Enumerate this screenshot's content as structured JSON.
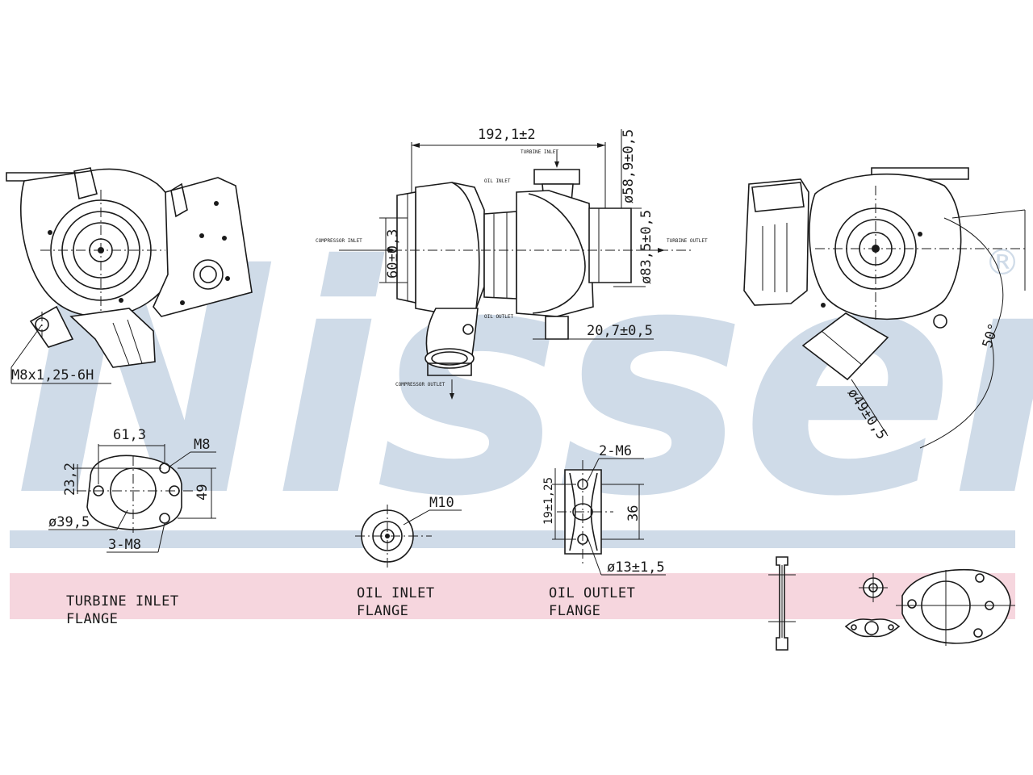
{
  "brand": {
    "watermark_text": "Nissens",
    "registered_mark": "®",
    "watermark_color": "#cfdbe8",
    "band_color": "#f6d6de",
    "line_color": "#cfdbe8"
  },
  "front_view": {
    "thread_label": "M8x1,25-6H"
  },
  "side_view": {
    "length_dim": "192,1±2",
    "turbine_inlet_label": "TURBINE INLET",
    "compressor_inlet_label": "COMPRESSOR INLET",
    "turbine_outlet_label": "TURBINE OUTLET",
    "compressor_outlet_label": "COMPRESSOR OUTLET",
    "oil_inlet_label": "OIL INLET",
    "oil_outlet_label": "OIL OUTLET",
    "dia_outlet_top": "ø58,9±0,5",
    "dia_outlet_bottom": "ø83,5±0,5",
    "height_dim": "60±0,3",
    "offset_dim": "20,7±0,5"
  },
  "rear_view": {
    "angle_dim": "50°",
    "dia_dim": "ø49±0,5"
  },
  "turbine_inlet_flange": {
    "width_dim": "61,3",
    "thread_top": "M8",
    "height_top": "23,2",
    "height_right": "49",
    "dia_dim": "ø39,5",
    "holes": "3-M8",
    "caption_line1": "TURBINE INLET",
    "caption_line2": "FLANGE"
  },
  "oil_inlet_flange": {
    "thread": "M10",
    "caption_line1": "OIL INLET",
    "caption_line2": "FLANGE"
  },
  "oil_outlet_flange": {
    "holes": "2-M6",
    "height_left": "19±1,25",
    "height_right": "36",
    "dia_dim": "ø13±1,5",
    "caption_line1": "OIL OUTLET",
    "caption_line2": "FLANGE"
  },
  "icons": [
    "oil-pipe-icon",
    "oil-inlet-gasket-icon",
    "oil-outlet-gasket-icon",
    "turbine-inlet-gasket-icon"
  ]
}
